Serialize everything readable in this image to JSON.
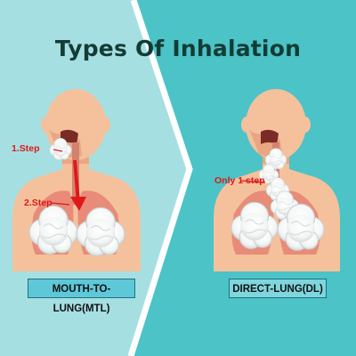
{
  "title": "Types Of Inhalation",
  "left_panel": {
    "label": "MOUTH-TO-LUNG(MTL)",
    "step1": "1.Step",
    "step2": "2.Step"
  },
  "right_panel": {
    "label": "DIRECT-LUNG(DL)",
    "step": "Only 1 step"
  },
  "colors": {
    "left_bg": "#a6dfe2",
    "right_bg": "#4cc3c6",
    "divider": "#ffffff",
    "skin": "#f4c19c",
    "skin_dark": "#e8a782",
    "lung": "#e88b78",
    "arrow": "#e01818",
    "title": "#123c35"
  },
  "icons": [
    "chevron-divider",
    "smoke-cloud-icon",
    "arrow-down-icon"
  ]
}
